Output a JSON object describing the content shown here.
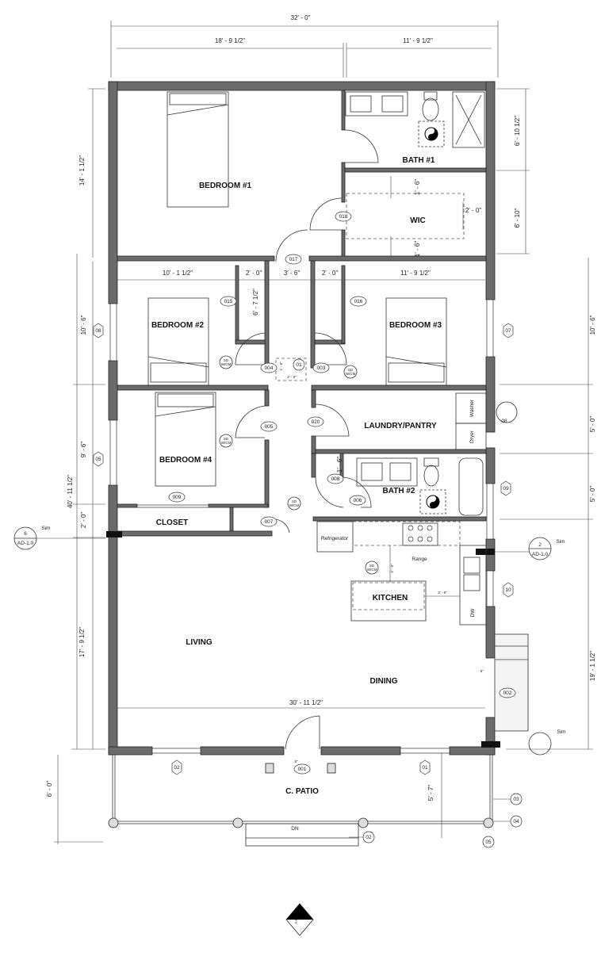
{
  "rooms": {
    "bedroom1": "BEDROOM #1",
    "bath1": "BATH #1",
    "wic": "WIC",
    "bedroom2": "BEDROOM #2",
    "bedroom3": "BEDROOM #3",
    "laundry": "LAUNDRY/PANTRY",
    "bedroom4": "BEDROOM #4",
    "bath2": "BATH #2",
    "closet": "CLOSET",
    "kitchen": "KITCHEN",
    "living": "LIVING",
    "dining": "DINING",
    "patio": "C. PATIO"
  },
  "appliances": {
    "refrigerator": "Refrigerator",
    "range": "Range",
    "washer": "Washer",
    "dryer": "Dryer",
    "dw": "DW",
    "sd": "SD",
    "wcm": "W/CM"
  },
  "dimensions": {
    "overall_width": "32' - 0\"",
    "top_left": "18' - 9 1/2\"",
    "top_right": "11' - 9 1/2\"",
    "left_bed1": "14' - 1 1/2\"",
    "right_bath1": "6' - 10 1/2\"",
    "right_wic": "6' - 10\"",
    "wic_top": "1' - 6\"",
    "wic_bottom": "1' - 6\"",
    "wic_side": "2' - 0\"",
    "row_bed2": "10' - 1 1/2\"",
    "row_closet2": "2' - 0\"",
    "row_hall": "3' - 6\"",
    "row_closet3": "2' - 0\"",
    "row_bed3": "11' - 9 1/2\"",
    "closet_depth": "6' - 7 1/2\"",
    "left_bed2": "10' - 6\"",
    "left_bed4": "9' - 6\"",
    "left_closet": "2' - 0\"",
    "overall_depth": "40' - 11 1/2\"",
    "left_living": "17' - 9 1/2\"",
    "left_patio": "6' - 0\"",
    "right_bed3": "10' - 6\"",
    "right_laundry": "5' - 0\"",
    "right_bath2": "5' - 0\"",
    "right_kitchen": "19' - 1 1/2\"",
    "living_width": "30' - 11 1/2\"",
    "patio_depth": "5' - 7\"",
    "bath2_closet": "1' - 6\"",
    "hall_small1": "1' - 6\"",
    "hall_small2": "2' - 6\"",
    "kitchen_a": "3' - 0\"",
    "kitchen_b": "3' - 9\"",
    "side_small": ".5\"",
    "door_small": ".5\""
  },
  "door_tags": [
    "018",
    "017",
    "015",
    "016",
    "004",
    "003",
    "005",
    "020",
    "008",
    "006",
    "009",
    "007",
    "001",
    "002"
  ],
  "misc_tag": "01",
  "window_tags": [
    "08",
    "07",
    "05",
    "09",
    "10",
    "02",
    "01",
    "08"
  ],
  "detail_tags": [
    "03",
    "04",
    "05",
    "02"
  ],
  "stair_label": "DN",
  "sections": {
    "left_num": "6",
    "left_sheet": "AD-1.0",
    "left_sim": "Sim",
    "right_num": "2",
    "right_sheet": "AD-1.0",
    "right_sim": "Sim",
    "lower_sim": "Sim"
  },
  "north_arrow": "A-0"
}
